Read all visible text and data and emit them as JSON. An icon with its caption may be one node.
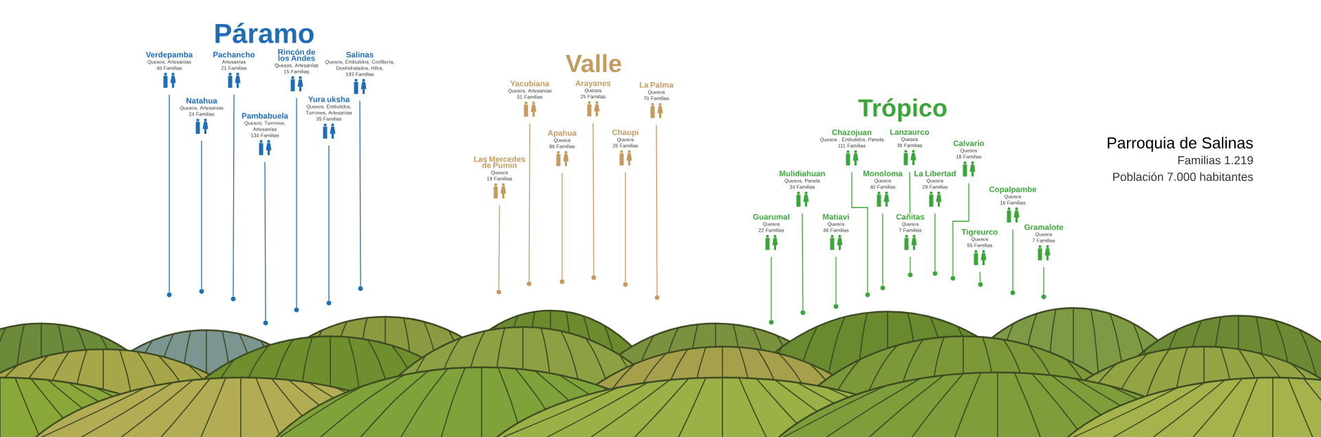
{
  "diagram": {
    "title": "Parroquia de Salinas",
    "nodes": [
      {
        "text": [
          "Verdepamba",
          "Quesos, Artesanías",
          "40 Familias"
        ]
      },
      {
        "text": [
          "Pachancho",
          "Artesanías",
          "21 Familias"
        ]
      },
      {
        "text": [
          "Rincón de los Andes",
          "Quesos, Artesanías",
          "15 Familias"
        ]
      },
      {
        "text": [
          "Salinas",
          "Quesos, Embutidos, Confitería, Deshidratados, Hilos,",
          "193 Familias"
        ]
      },
      {
        "text": [
          "Natahua",
          "Quesos, Artesanías",
          "24 Familias"
        ]
      },
      {
        "text": [
          "Pambabuela",
          "Quesos, Turrones, Artesanías",
          "134 Familias"
        ]
      },
      {
        "text": [
          "Yura uksha",
          "Quesos, Embutidos, Turrones, Artesanías",
          "35 Familias"
        ]
      },
      {
        "text": [
          "Yacubiana",
          "Quesos, Artesanías",
          "51 Familias"
        ]
      },
      {
        "text": [
          "Arayanes",
          "Quesos",
          "25 Familias"
        ]
      },
      {
        "text": [
          "La Palma",
          "Quesos",
          "70 Familias"
        ]
      },
      {
        "text": [
          "Apahua",
          "Quesos",
          "86 Familias"
        ]
      },
      {
        "text": [
          "Chaupi",
          "Quesos",
          "26 Familias"
        ]
      },
      {
        "text": [
          "Las Mercedes de Pumin",
          "Quesos",
          "19 Familias"
        ]
      },
      {
        "text": [
          "Chazojuan",
          "Quesos , Embutidos, Panela",
          "111 Familias"
        ]
      },
      {
        "text": [
          "Lanzaurco",
          "Quesos",
          "39 Familias"
        ]
      },
      {
        "text": [
          "Calvario",
          "Quesos",
          "18 Familias"
        ]
      },
      {
        "text": [
          "Mulidiahuan",
          "Quesos, Panela",
          "34 Familias"
        ]
      },
      {
        "text": [
          "Monoloma",
          "Quesos",
          "40 Familias"
        ]
      },
      {
        "text": [
          "La Libertad",
          "Quesos",
          "29 Familias"
        ]
      },
      {
        "text": [
          "Copalpambe",
          "Quesos",
          "16 Familias"
        ]
      },
      {
        "text": [
          "Guarumal",
          "Quesos",
          "22 Familias"
        ]
      },
      {
        "text": [
          "Matiavi",
          "Quesos",
          "46 Familias"
        ]
      },
      {
        "text": [
          "Cañitas",
          "Quesos",
          "7 Familias"
        ]
      },
      {
        "text": [
          "Tigreurco",
          "Quesos",
          "55 Familias"
        ]
      },
      {
        "text": [
          "Gramalote",
          "Quesos",
          "7 Familias"
        ]
      },
      {
        "text": [],
        "shape": "circle"
      },
      {
        "text": [],
        "shape": "circle"
      },
      {
        "text": [],
        "shape": "circle"
      },
      {
        "text": [],
        "shape": "circle"
      },
      {
        "text": [],
        "shape": "circle"
      },
      {
        "text": [],
        "shape": "circle"
      },
      {
        "text": [],
        "shape": "circle"
      },
      {
        "text": [],
        "shape": "circle"
      },
      {
        "text": [],
        "shape": "circle"
      },
      {
        "text": [],
        "shape": "circle"
      },
      {
        "text": [],
        "shape": "circle"
      },
      {
        "text": [],
        "shape": "circle"
      },
      {
        "text": [],
        "shape": "circle"
      },
      {
        "text": [],
        "shape": "circle"
      },
      {
        "text": [],
        "shape": "circle"
      },
      {
        "text": [],
        "shape": "circle"
      },
      {
        "text": [],
        "shape": "circle"
      },
      {
        "text": [],
        "shape": "circle"
      },
      {
        "text": [],
        "shape": "circle"
      },
      {
        "text": [],
        "shape": "circle"
      },
      {
        "text": [],
        "shape": "circle"
      },
      {
        "text": [],
        "shape": "circle"
      },
      {
        "text": [],
        "shape": "circle"
      },
      {
        "text": [],
        "shape": "circle"
      }
    ],
    "edges": [
      {
        "from": 0,
        "to": 25,
        "arrow": "none",
        "color": "#1f6db5"
      },
      {
        "from": 1,
        "to": 26,
        "arrow": "none",
        "color": "#1f6db5"
      },
      {
        "from": 2,
        "to": 27,
        "arrow": "none",
        "color": "#1f6db5"
      },
      {
        "from": 3,
        "to": 28,
        "arrow": "none",
        "color": "#1f6db5"
      },
      {
        "from": 4,
        "to": 29,
        "arrow": "none",
        "color": "#1f6db5"
      },
      {
        "from": 5,
        "to": 30,
        "arrow": "none",
        "color": "#1f6db5"
      },
      {
        "from": 6,
        "to": 31,
        "arrow": "none",
        "color": "#1f6db5"
      },
      {
        "from": 7,
        "to": 32,
        "arrow": "none",
        "color": "#c49a5f"
      },
      {
        "from": 8,
        "to": 33,
        "arrow": "none",
        "color": "#c49a5f"
      },
      {
        "from": 9,
        "to": 34,
        "arrow": "none",
        "color": "#c49a5f"
      },
      {
        "from": 10,
        "to": 35,
        "arrow": "none",
        "color": "#c49a5f"
      },
      {
        "from": 11,
        "to": 36,
        "arrow": "none",
        "color": "#c49a5f"
      },
      {
        "from": 12,
        "to": 37,
        "arrow": "none",
        "color": "#c49a5f"
      },
      {
        "from": 13,
        "to": 38,
        "arrow": "none"
      },
      {
        "from": 14,
        "to": 22,
        "arrow": "none"
      },
      {
        "from": 15,
        "to": 39,
        "arrow": "none"
      },
      {
        "from": 16,
        "to": 40,
        "arrow": "none"
      },
      {
        "from": 17,
        "to": 41,
        "arrow": "none"
      },
      {
        "from": 18,
        "to": 42,
        "arrow": "none"
      },
      {
        "from": 19,
        "to": 43,
        "arrow": "none"
      },
      {
        "from": 20,
        "to": 44,
        "arrow": "none"
      },
      {
        "from": 21,
        "to": 45,
        "arrow": "none"
      },
      {
        "from": 22,
        "to": 46,
        "arrow": "none"
      },
      {
        "from": 23,
        "to": 47,
        "arrow": "none"
      },
      {
        "from": 24,
        "to": 48,
        "arrow": "none"
      }
    ],
    "labels": [
      "Páramo",
      "Valle",
      "Trópico",
      "Familias 1.219",
      "Población 7.000 habitantes"
    ]
  }
}
